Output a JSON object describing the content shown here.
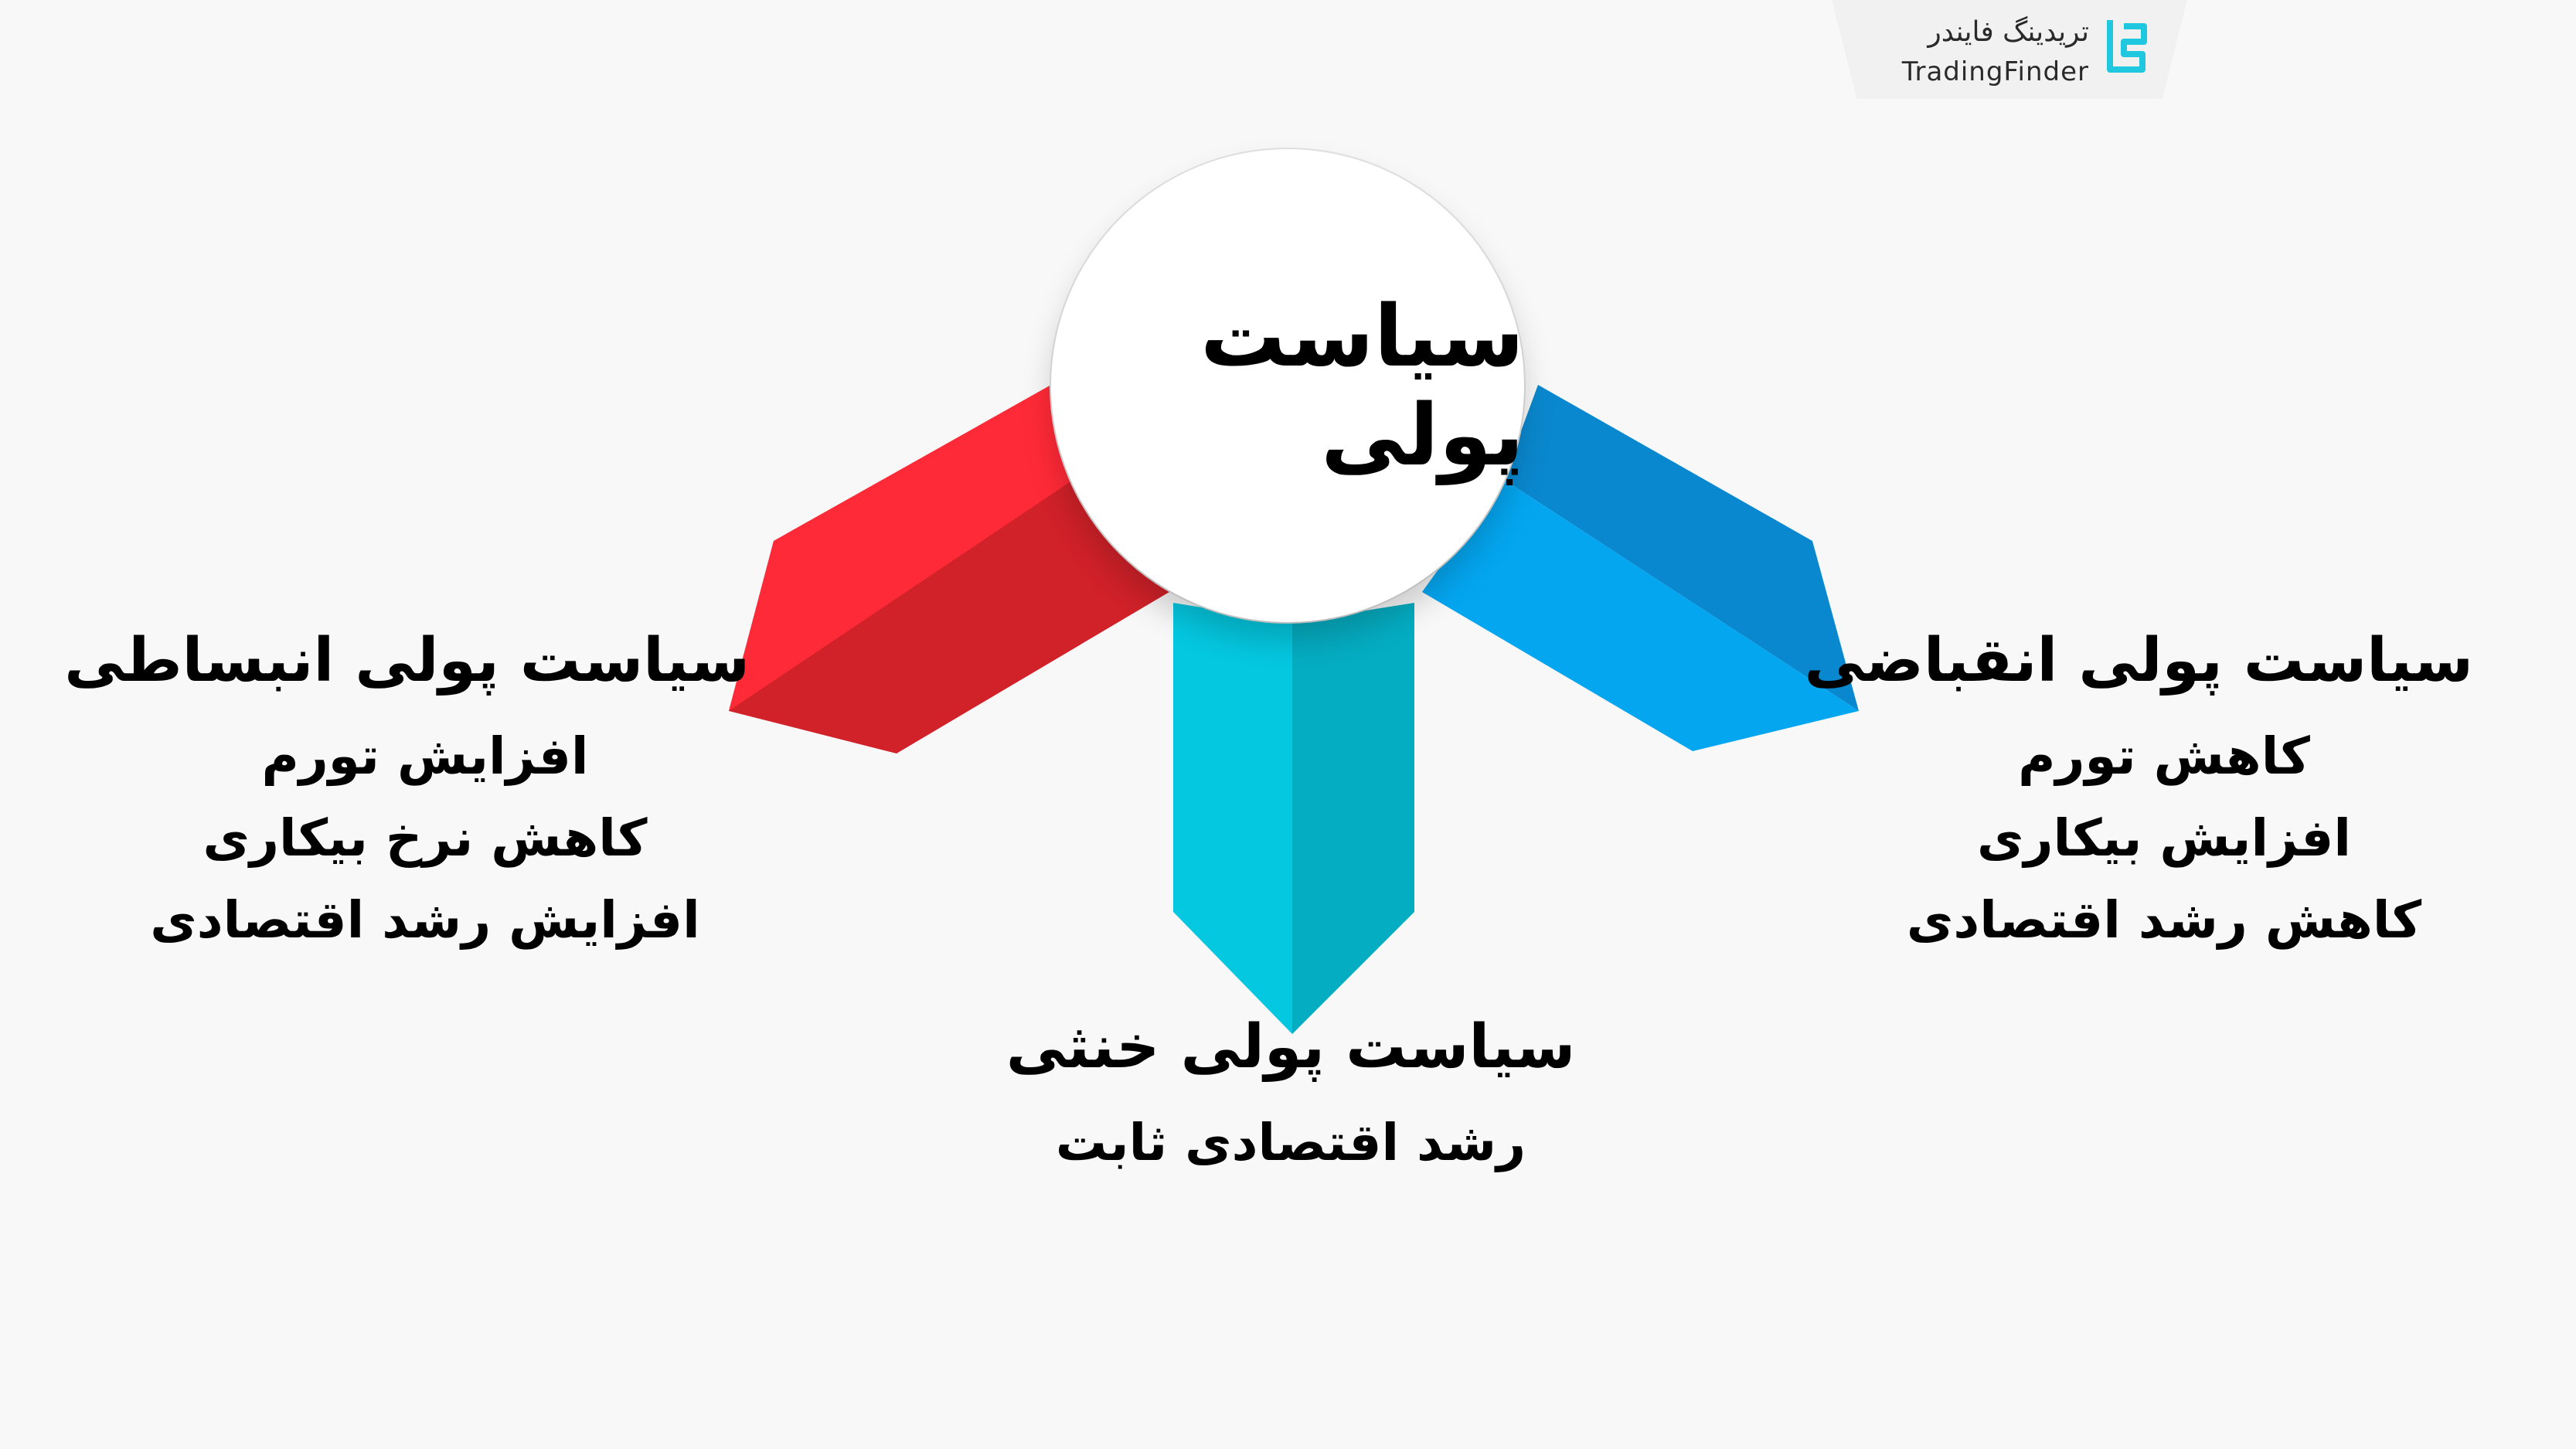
{
  "logo": {
    "name_fa": "تریدینگ فایندر",
    "name_en": "TradingFinder"
  },
  "center": {
    "title": "سیاست پولی"
  },
  "branches": [
    {
      "title": "سیاست پولی انبساطی",
      "color": "#e8232e",
      "items": [
        "افزایش تورم",
        "کاهش نرخ بیکاری",
        "افزایش رشد اقتصادی"
      ]
    },
    {
      "title": "سیاست پولی خنثی",
      "color": "#00c6e0",
      "items": [
        "رشد اقتصادی ثابت"
      ]
    },
    {
      "title": "سیاست پولی انقباضی",
      "color": "#0a90e0",
      "items": [
        "کاهش تورم",
        "افزایش بیکاری",
        "کاهش رشد اقتصادی"
      ]
    }
  ]
}
